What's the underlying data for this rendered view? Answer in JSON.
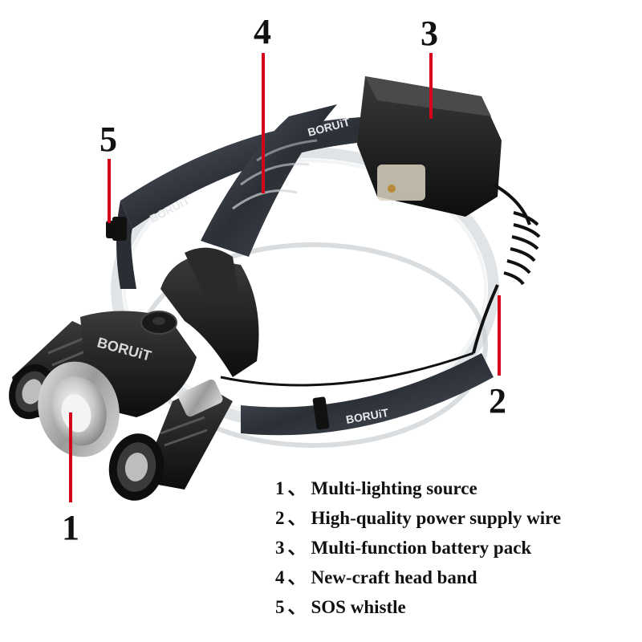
{
  "callouts": [
    {
      "id": "1",
      "label": "1"
    },
    {
      "id": "2",
      "label": "2"
    },
    {
      "id": "3",
      "label": "3"
    },
    {
      "id": "4",
      "label": "4"
    },
    {
      "id": "5",
      "label": "5"
    }
  ],
  "legend": [
    {
      "num": "1",
      "sep": "、",
      "text": "Multi-lighting source"
    },
    {
      "num": "2",
      "sep": "、",
      "text": "High-quality power supply wire"
    },
    {
      "num": "3",
      "sep": "、",
      "text": "Multi-function battery pack"
    },
    {
      "num": "4",
      "sep": "、",
      "text": "New-craft head band"
    },
    {
      "num": "5",
      "sep": "、",
      "text": "SOS whistle"
    }
  ],
  "brand": {
    "name": "BORUiT"
  },
  "colors": {
    "leader": "#d6001c",
    "lamp_body": "#1e1e1e",
    "bezel": "#b5b5b5",
    "band": "#3a3f47"
  }
}
